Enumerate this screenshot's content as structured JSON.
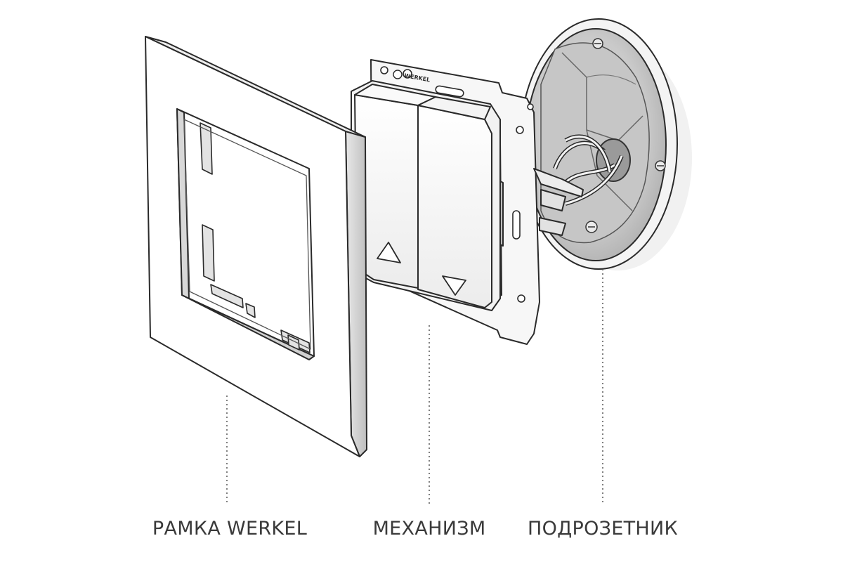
{
  "brand": {
    "mark": "WERKEL"
  },
  "labels": {
    "frame": "РАМКА WERKEL",
    "mechanism": "МЕХАНИЗМ",
    "box": "ПОДРОЗЕТНИК"
  },
  "colors": {
    "stroke": "#2a2a2a",
    "text": "#3a3a3a",
    "frame_face": "#ffffff",
    "frame_edge": "#d9d9d9",
    "box_inner": "#cfcfcf",
    "box_shadow": "#bdbdbd"
  }
}
